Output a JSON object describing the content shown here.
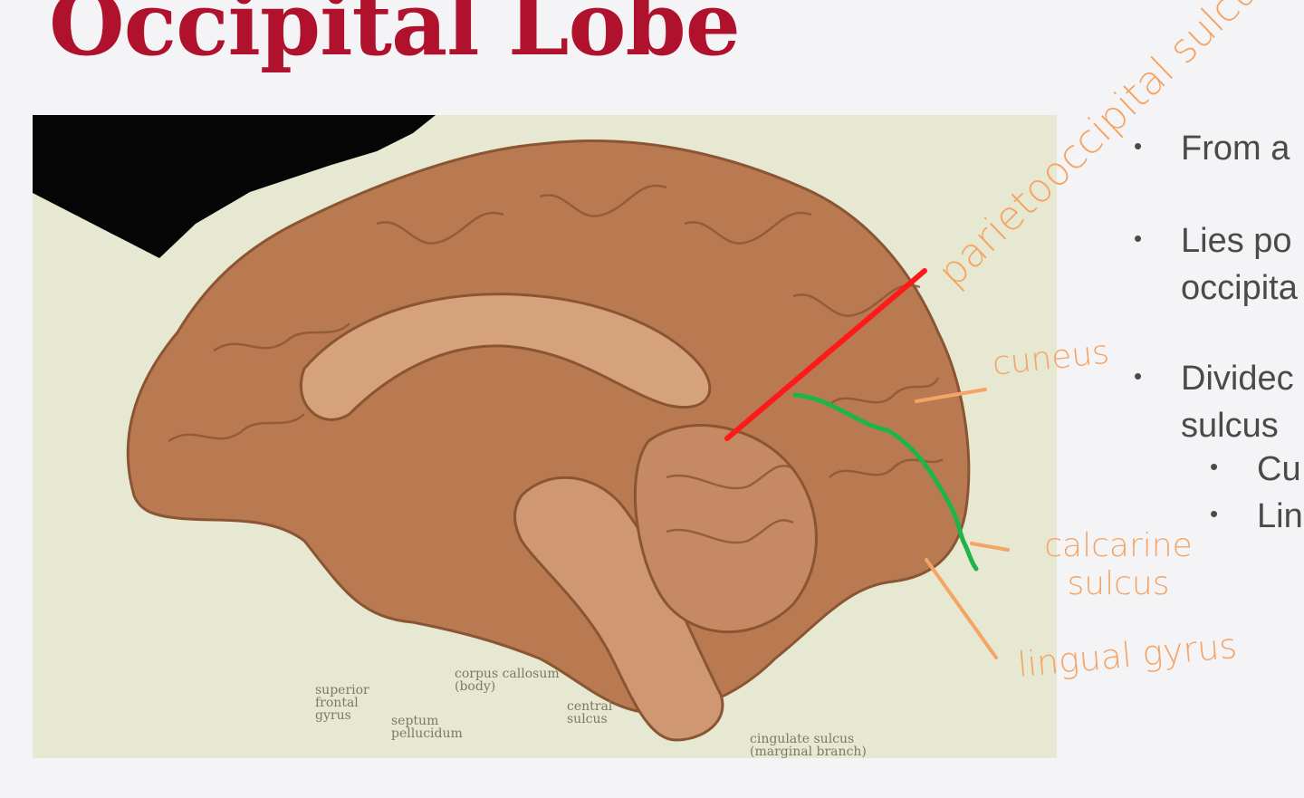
{
  "slide": {
    "title": "Occipital Lobe",
    "bullets": [
      {
        "text": "From a"
      },
      {
        "text": "Lies po\noccipita"
      },
      {
        "text": "Dividec\nsulcus"
      }
    ],
    "sub_bullets": [
      {
        "text": "Cu"
      },
      {
        "text": "Lin"
      }
    ]
  },
  "image": {
    "labels": {
      "superior_frontal_gyrus": "superior\nfrontal\ngyrus",
      "septum_pellucidum": "septum\npellucidum",
      "corpus_callosum": "corpus callosum\n(body)",
      "central_sulcus": "central\nsulcus",
      "cingulate_sulcus": "cingulate sulcus\n(marginal branch)"
    }
  },
  "annotations": {
    "parietooccipital": "parietooccipital sulcus",
    "cuneus": "cuneus",
    "calcarine": "calcarine\nsulcus",
    "lingual": "lingual gyrus",
    "color_text": "#f4a464",
    "color_red_line": "#ff1a1a",
    "color_green_line": "#1fb447"
  },
  "colors": {
    "title": "#b0122e",
    "background": "#f4f4f7",
    "photo_bg": "#e7e8d1",
    "brain": "#b97a52"
  }
}
